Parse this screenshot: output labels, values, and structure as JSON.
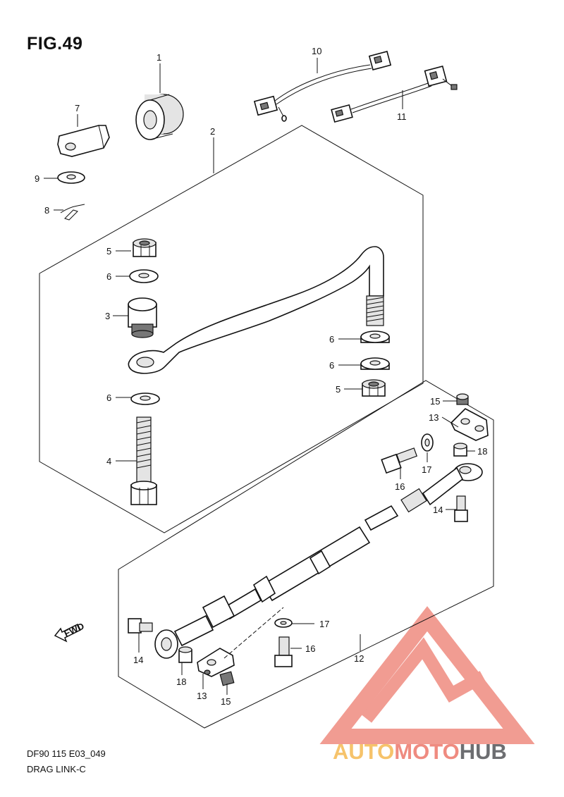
{
  "figure": {
    "title": "FIG.49",
    "code": "DF90 115 E03_049",
    "name": "DRAG LINK-C"
  },
  "direction_arrow": {
    "label": "FWD"
  },
  "watermark": {
    "text_a": "AUTO",
    "text_b": "MOTO",
    "text_c": "HUB",
    "color_a": "#f6c36b",
    "color_b": "#ef8b80",
    "color_c": "#6d6e71",
    "triangle_color": "#ef8b80"
  },
  "callouts": {
    "c1": "1",
    "c2": "2",
    "c3": "3",
    "c4": "4",
    "c5a": "5",
    "c5b": "5",
    "c6a": "6",
    "c6b": "6",
    "c6c": "6",
    "c6d": "6",
    "c7": "7",
    "c8": "8",
    "c9": "9",
    "c10": "10",
    "c11": "11",
    "c12": "12",
    "c13a": "13",
    "c13b": "13",
    "c14a": "14",
    "c14b": "14",
    "c15a": "15",
    "c15b": "15",
    "c16a": "16",
    "c16b": "16",
    "c17a": "17",
    "c17b": "17",
    "c18a": "18",
    "c18b": "18"
  }
}
